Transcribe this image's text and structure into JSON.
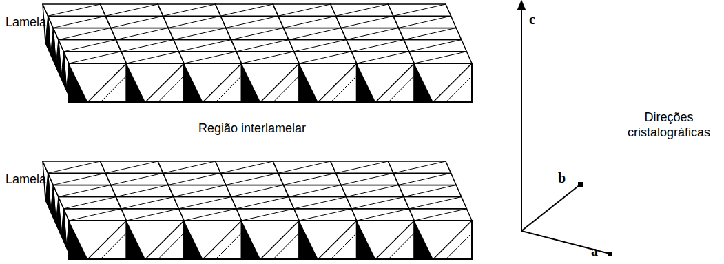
{
  "diagram": {
    "labels": [
      "Lamela",
      "c",
      "b",
      "Direções cristalográficas",
      "Região interlamelar",
      "a",
      "Lamela"
    ]
  }
}
